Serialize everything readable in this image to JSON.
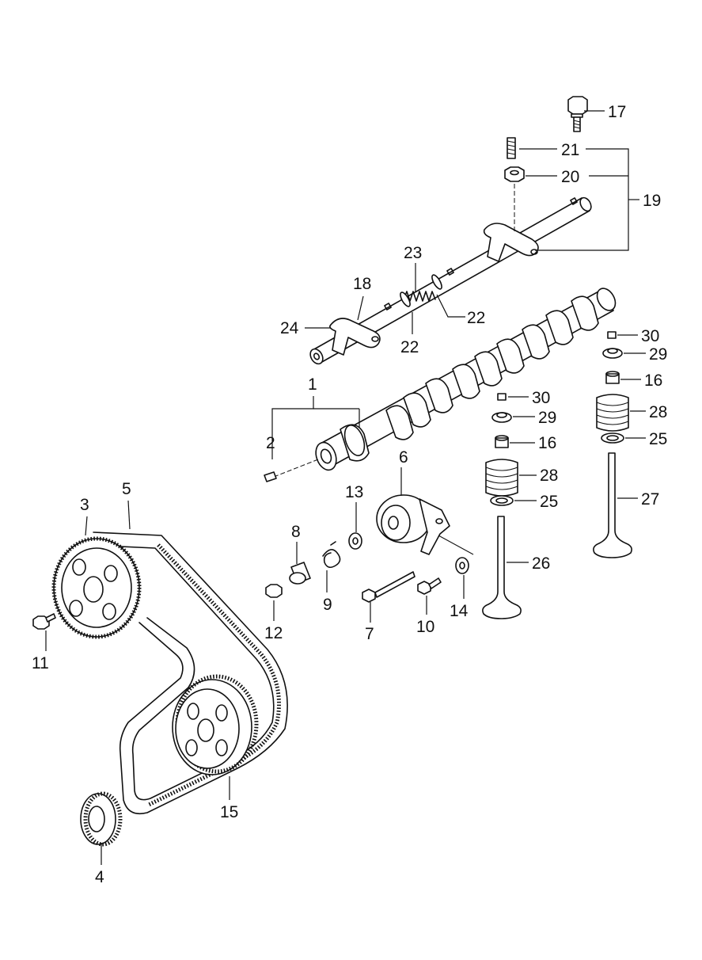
{
  "callouts": {
    "c1": "1",
    "c2": "2",
    "c3": "3",
    "c4": "4",
    "c5": "5",
    "c6": "6",
    "c7": "7",
    "c8": "8",
    "c9": "9",
    "c10": "10",
    "c11": "11",
    "c12": "12",
    "c13": "13",
    "c14": "14",
    "c15": "15",
    "c16a": "16",
    "c16b": "16",
    "c17": "17",
    "c18": "18",
    "c19": "19",
    "c20": "20",
    "c21": "21",
    "c22a": "22",
    "c22b": "22",
    "c23": "23",
    "c24": "24",
    "c25a": "25",
    "c25b": "25",
    "c26": "26",
    "c27": "27",
    "c28a": "28",
    "c28b": "28",
    "c29a": "29",
    "c29b": "29",
    "c30a": "30",
    "c30b": "30"
  }
}
